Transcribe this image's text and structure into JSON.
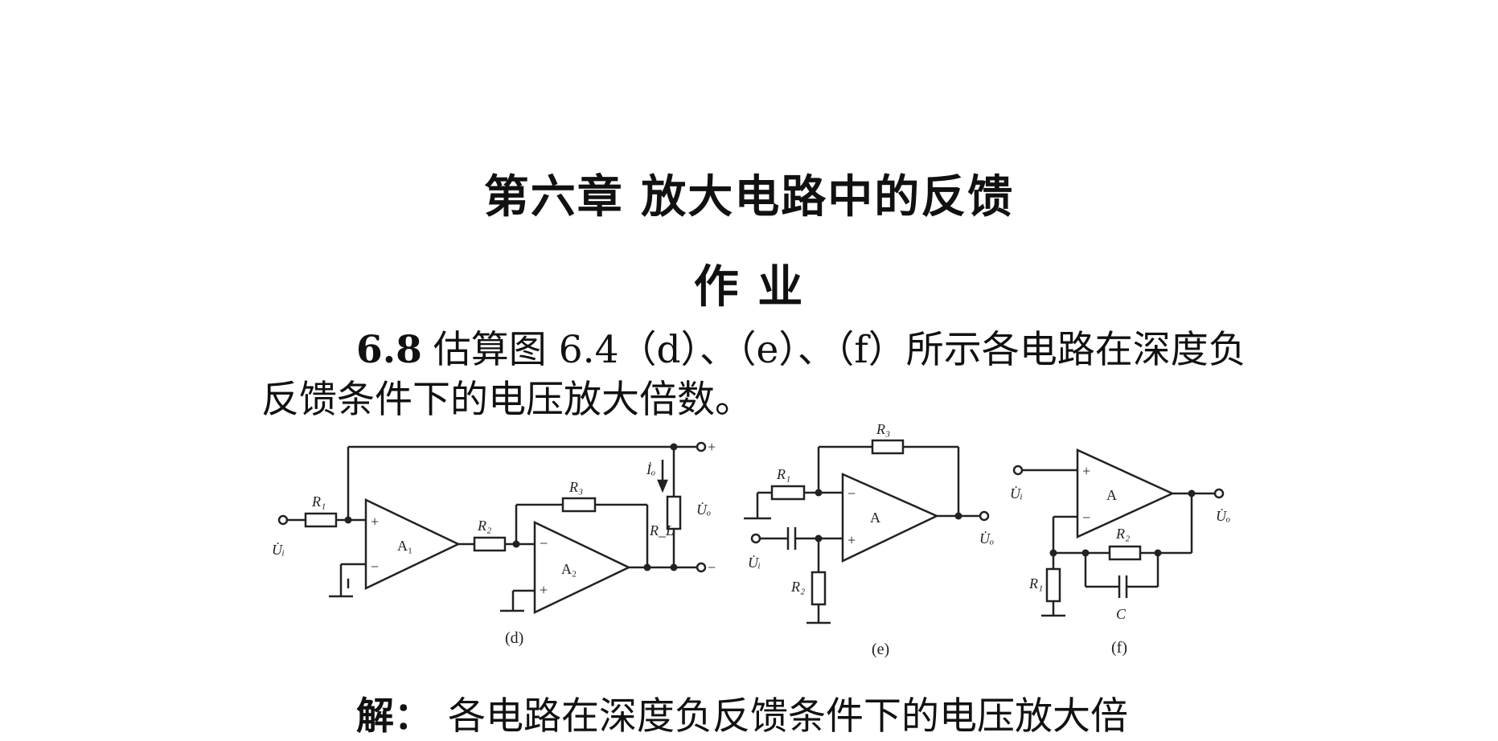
{
  "heading": {
    "chapter_title": "第六章 放大电路中的反馈",
    "section_title": "作 业"
  },
  "problem": {
    "number": "6.8",
    "text": "估算图 6.4（d）、（e）、（f）所示各电路在深度负反馈条件下的电压放大倍数。"
  },
  "figures": {
    "d": {
      "caption": "(d)",
      "labels": {
        "r1": "R₁",
        "r2": "R₂",
        "r3": "R₃",
        "rl": "R_L",
        "a1": "A₁",
        "a2": "A₂",
        "ui": "U̇ᵢ",
        "uo": "U̇ₒ",
        "io": "İₒ",
        "plus": "+",
        "minus": "−"
      }
    },
    "e": {
      "caption": "(e)",
      "labels": {
        "r1": "R₁",
        "r2": "R₂",
        "r3": "R₃",
        "a": "A",
        "ui": "U̇ᵢ",
        "uo": "U̇ₒ",
        "plus": "+",
        "minus": "−"
      }
    },
    "f": {
      "caption": "(f)",
      "labels": {
        "r1": "R₁",
        "r2": "R₂",
        "c": "C",
        "a": "A",
        "ui": "U̇ᵢ",
        "uo": "U̇ₒ",
        "plus": "+",
        "minus": "−"
      }
    }
  },
  "solution": {
    "label": "解：",
    "text": "各电路在深度负反馈条件下的电压放大倍"
  }
}
